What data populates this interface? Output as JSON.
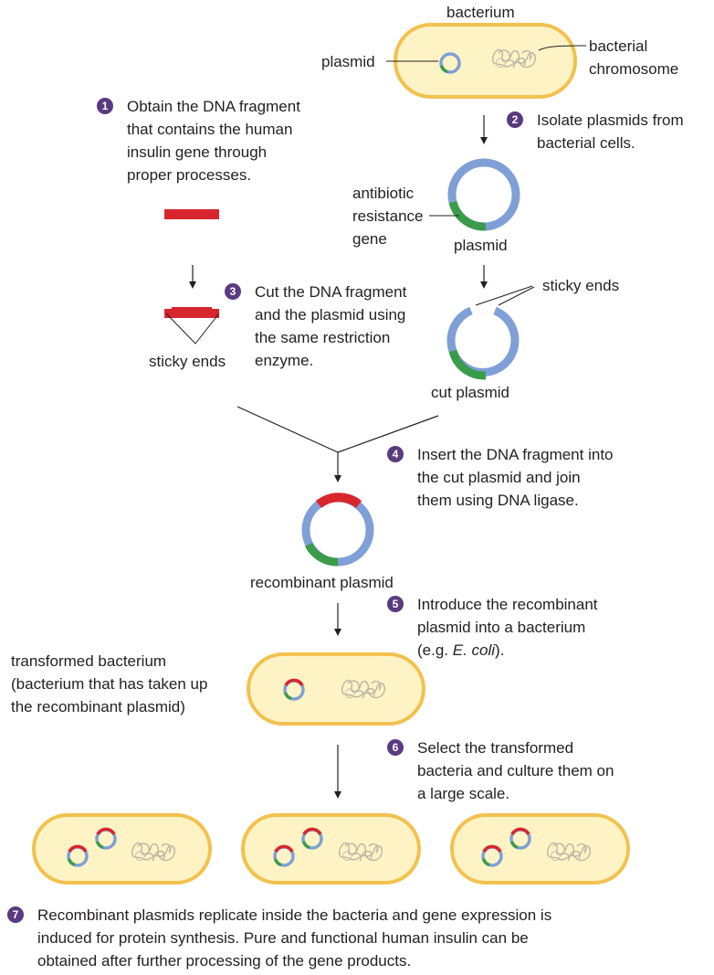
{
  "labels": {
    "bacterium": "bacterium",
    "plasmid_top": "plasmid",
    "bacterial_chromosome": [
      "bacterial",
      "chromosome"
    ],
    "antibiotic_resistance_gene": [
      "antibiotic",
      "resistance",
      "gene"
    ],
    "plasmid_mid": "plasmid",
    "sticky_ends_left": "sticky ends",
    "sticky_ends_right": "sticky ends",
    "cut_plasmid": "cut plasmid",
    "recombinant_plasmid": "recombinant plasmid",
    "transformed_bacterium": [
      "transformed bacterium",
      "(bacterium that has taken up",
      "the recombinant plasmid)"
    ]
  },
  "steps": [
    {
      "number": "1",
      "lines": [
        "Obtain the DNA fragment",
        "that contains the human",
        "insulin gene through",
        "proper processes."
      ]
    },
    {
      "number": "2",
      "lines": [
        "Isolate plasmids from",
        "bacterial cells."
      ]
    },
    {
      "number": "3",
      "lines": [
        "Cut the DNA fragment",
        "and the plasmid using",
        "the same restriction",
        "enzyme."
      ]
    },
    {
      "number": "4",
      "lines": [
        "Insert the DNA fragment into",
        "the cut plasmid and join",
        "them using DNA ligase."
      ]
    },
    {
      "number": "5",
      "lines": [
        "Introduce the recombinant",
        "plasmid into a bacterium",
        "(e.g. ",
        "E. coli",
        ")."
      ]
    },
    {
      "number": "6",
      "lines": [
        "Select the transformed",
        "bacteria and culture them on",
        "a large scale."
      ]
    },
    {
      "number": "7",
      "lines": [
        "Recombinant plasmids replicate inside the bacteria and gene expression is",
        "induced for protein synthesis. Pure and functional human insulin can be",
        "obtained after further processing of the gene products."
      ]
    }
  ],
  "colors": {
    "cell_fill": "#fdf3c4",
    "cell_border": "#f2c14e",
    "plasmid_blue": "#7f9fd6",
    "resistance_green": "#3a9b4a",
    "insulin_red": "#d8262e",
    "step_badge": "#5a3a80",
    "chromosome": "#b8b0a4"
  }
}
